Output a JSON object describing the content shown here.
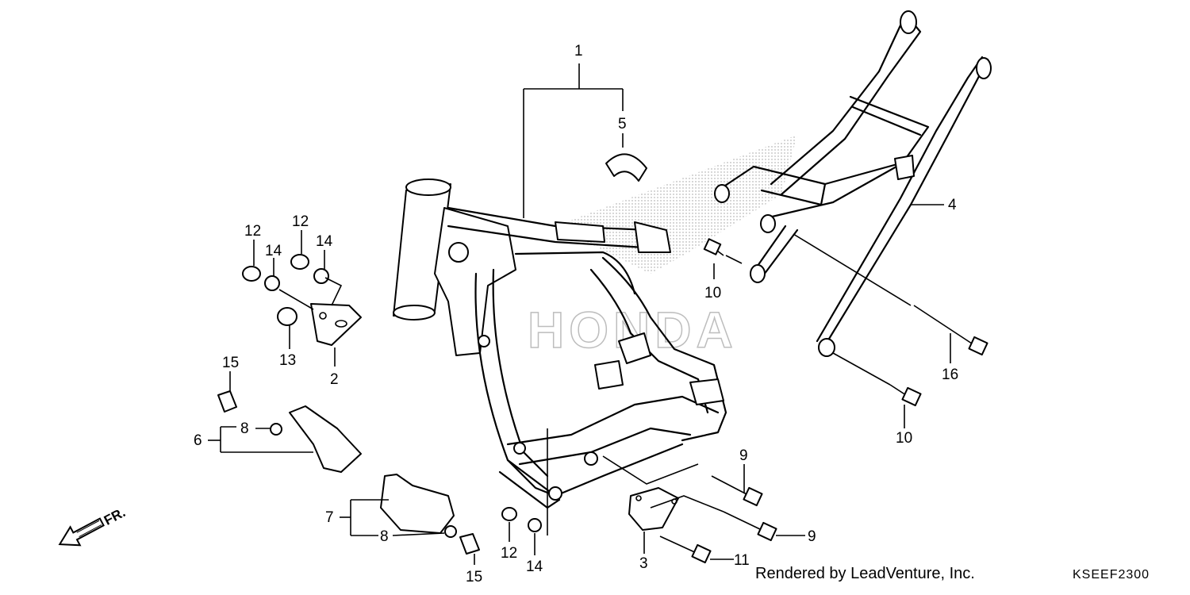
{
  "diagram": {
    "callouts": [
      {
        "id": "c1",
        "label": "1"
      },
      {
        "id": "c5",
        "label": "5"
      },
      {
        "id": "c4",
        "label": "4"
      },
      {
        "id": "c12a",
        "label": "12"
      },
      {
        "id": "c12b",
        "label": "12"
      },
      {
        "id": "c14a",
        "label": "14"
      },
      {
        "id": "c14b",
        "label": "14"
      },
      {
        "id": "c13",
        "label": "13"
      },
      {
        "id": "c2",
        "label": "2"
      },
      {
        "id": "c15a",
        "label": "15"
      },
      {
        "id": "c8a",
        "label": "8"
      },
      {
        "id": "c6",
        "label": "6"
      },
      {
        "id": "c7",
        "label": "7"
      },
      {
        "id": "c8b",
        "label": "8"
      },
      {
        "id": "c15b",
        "label": "15"
      },
      {
        "id": "c12c",
        "label": "12"
      },
      {
        "id": "c14c",
        "label": "14"
      },
      {
        "id": "c3",
        "label": "3"
      },
      {
        "id": "c11",
        "label": "11"
      },
      {
        "id": "c9a",
        "label": "9"
      },
      {
        "id": "c9b",
        "label": "9"
      },
      {
        "id": "c10a",
        "label": "10"
      },
      {
        "id": "c10b",
        "label": "10"
      },
      {
        "id": "c16",
        "label": "16"
      }
    ],
    "watermark": "HONDA",
    "direction_label": "FR.",
    "credit": "Rendered by LeadVenture, Inc.",
    "diagram_code": "KSEEF2300"
  }
}
